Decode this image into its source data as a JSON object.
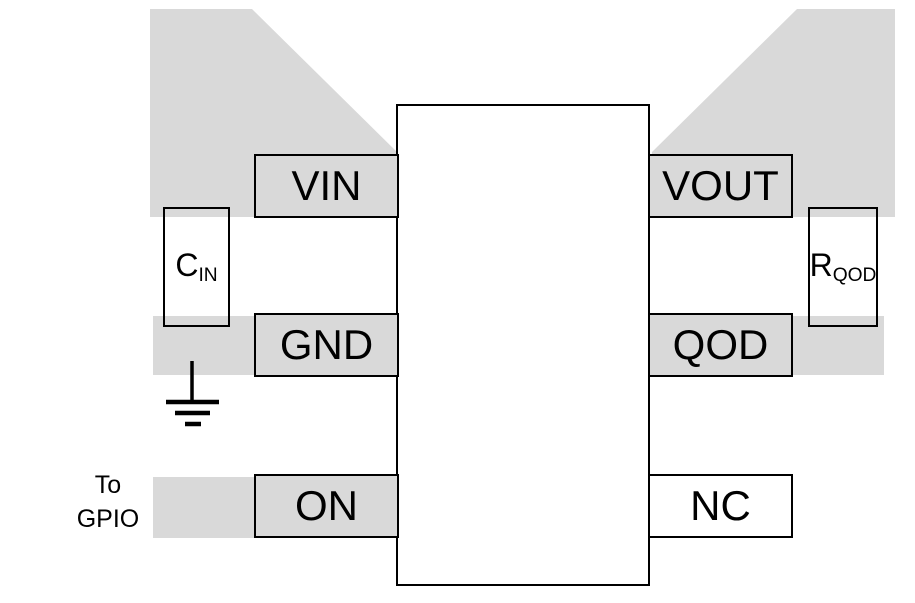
{
  "colors": {
    "pour_gray": "#d9d9d9",
    "outline_black": "#000000",
    "background_white": "#ffffff"
  },
  "ic": {
    "pins_left": [
      {
        "label": "VIN",
        "filled": true
      },
      {
        "label": "GND",
        "filled": true
      },
      {
        "label": "ON",
        "filled": true
      }
    ],
    "pins_right": [
      {
        "label": "VOUT",
        "filled": true
      },
      {
        "label": "QOD",
        "filled": true
      },
      {
        "label": "NC",
        "filled": false
      }
    ]
  },
  "components": {
    "input_capacitor": {
      "base": "C",
      "sub": "IN"
    },
    "qod_resistor": {
      "base": "R",
      "sub": "QOD"
    }
  },
  "annotations": {
    "gpio": {
      "line1": "To",
      "line2": "GPIO"
    }
  },
  "icons": {
    "ground": "earth-ground-symbol"
  }
}
